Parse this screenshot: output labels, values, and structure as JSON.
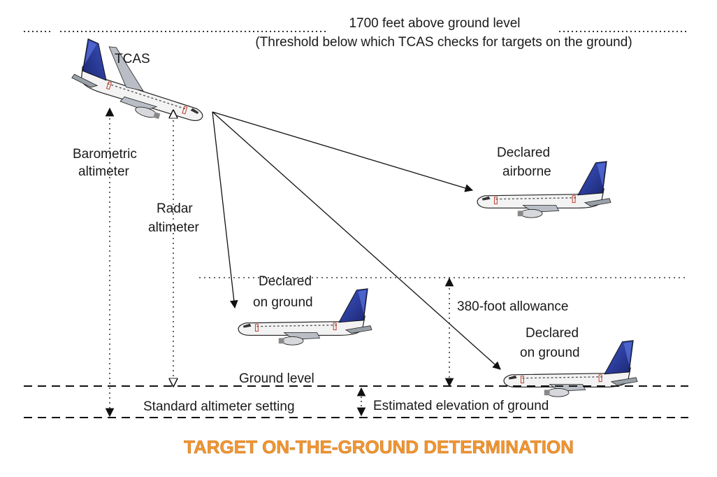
{
  "threshold": {
    "line1": "1700 feet above ground level",
    "line2": "(Threshold below which TCAS checks for targets on the ground)"
  },
  "tcas_label": "TCAS",
  "baro_label": {
    "line1": "Barometric",
    "line2": "altimeter"
  },
  "radar_label": {
    "line1": "Radar",
    "line2": "altimeter"
  },
  "target_airborne": {
    "line1": "Declared",
    "line2": "airborne"
  },
  "target_ground_1": {
    "line1": "Declared",
    "line2": "on ground"
  },
  "target_ground_2": {
    "line1": "Declared",
    "line2": "on ground"
  },
  "allowance_label": "380-foot allowance",
  "ground_level_label": "Ground level",
  "standard_setting_label": "Standard altimeter setting",
  "estimated_elevation_label": "Estimated elevation of ground",
  "caption": "TARGET ON-THE-GROUND DETERMINATION",
  "colors": {
    "tail_blue": "#2c3f9e",
    "tail_dark": "#1a2466",
    "caption_orange": "#f2972e",
    "livery_red": "#c0392b"
  }
}
